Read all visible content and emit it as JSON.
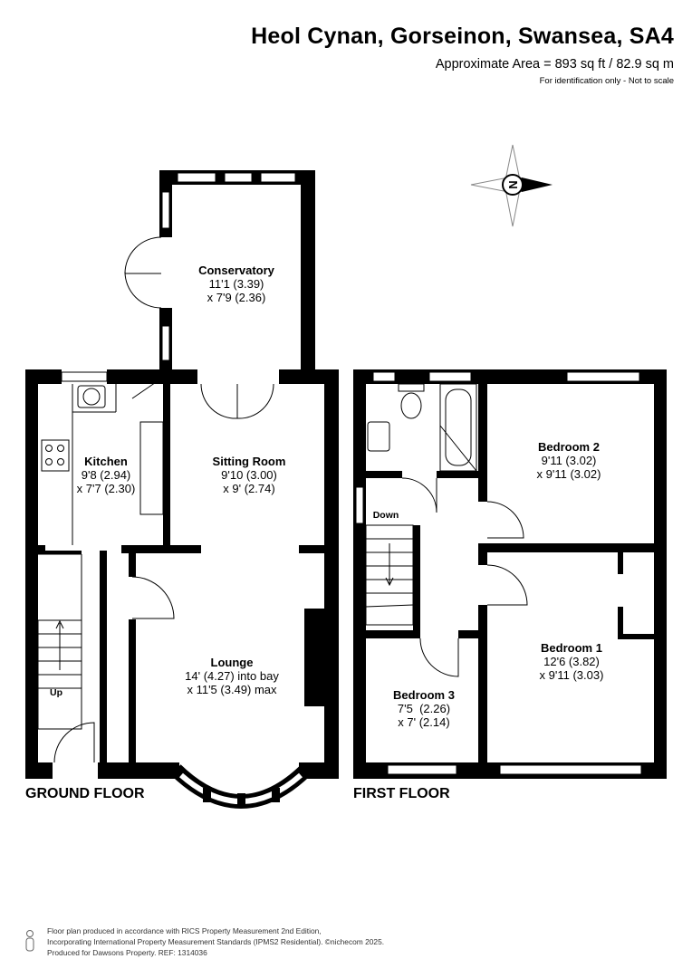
{
  "header": {
    "title": "Heol Cynan, Gorseinon, Swansea, SA4",
    "area": "Approximate Area = 893 sq ft / 82.9 sq m",
    "note": "For identification only - Not to scale"
  },
  "compass": {
    "label": "N"
  },
  "rooms": {
    "conservatory": {
      "name": "Conservatory",
      "dim1": "11'1 (3.39)",
      "dim2": "x 7'9 (2.36)"
    },
    "kitchen": {
      "name": "Kitchen",
      "dim1": "9'8 (2.94)",
      "dim2": "x 7'7 (2.30)"
    },
    "sitting": {
      "name": "Sitting Room",
      "dim1": "9'10 (3.00)",
      "dim2": "x 9' (2.74)"
    },
    "lounge": {
      "name": "Lounge",
      "dim1": "14' (4.27) into bay",
      "dim2": "x 11'5 (3.49) max"
    },
    "bedroom2": {
      "name": "Bedroom 2",
      "dim1": "9'11 (3.02)",
      "dim2": "x 9'11 (3.02)"
    },
    "bedroom1": {
      "name": "Bedroom 1",
      "dim1": "12'6 (3.82)",
      "dim2": "x 9'11 (3.03)"
    },
    "bedroom3": {
      "name": "Bedroom 3",
      "dim1": "7'5  (2.26)",
      "dim2": "x 7' (2.14)"
    }
  },
  "labels": {
    "up": "Up",
    "down": "Down"
  },
  "floors": {
    "ground": "GROUND FLOOR",
    "first": "FIRST FLOOR"
  },
  "footer": {
    "line1": "Floor plan produced in accordance with RICS Property Measurement 2nd Edition,",
    "line2": "Incorporating International Property Measurement Standards (IPMS2 Residential).  ©nichecom 2025.",
    "line3": "Produced for Dawsons Property.   REF:  1314036"
  }
}
